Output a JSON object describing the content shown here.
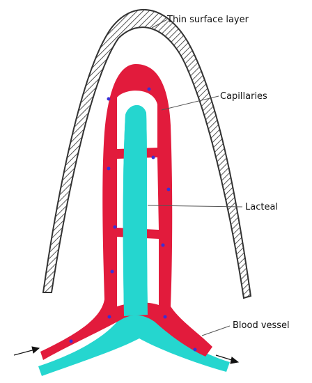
{
  "colors": {
    "capillaries": "#e21b3c",
    "lacteal": "#25d6cf",
    "surface_layer_stroke": "#333333",
    "hatch": "#555555",
    "dots": "#3a2fd6",
    "arrows": "#111111"
  },
  "labels": {
    "thin_surface_layer": "Thin surface layer",
    "capillaries": "Capillaries",
    "lacteal": "Lacteal",
    "blood_vessel": "Blood vessel"
  }
}
